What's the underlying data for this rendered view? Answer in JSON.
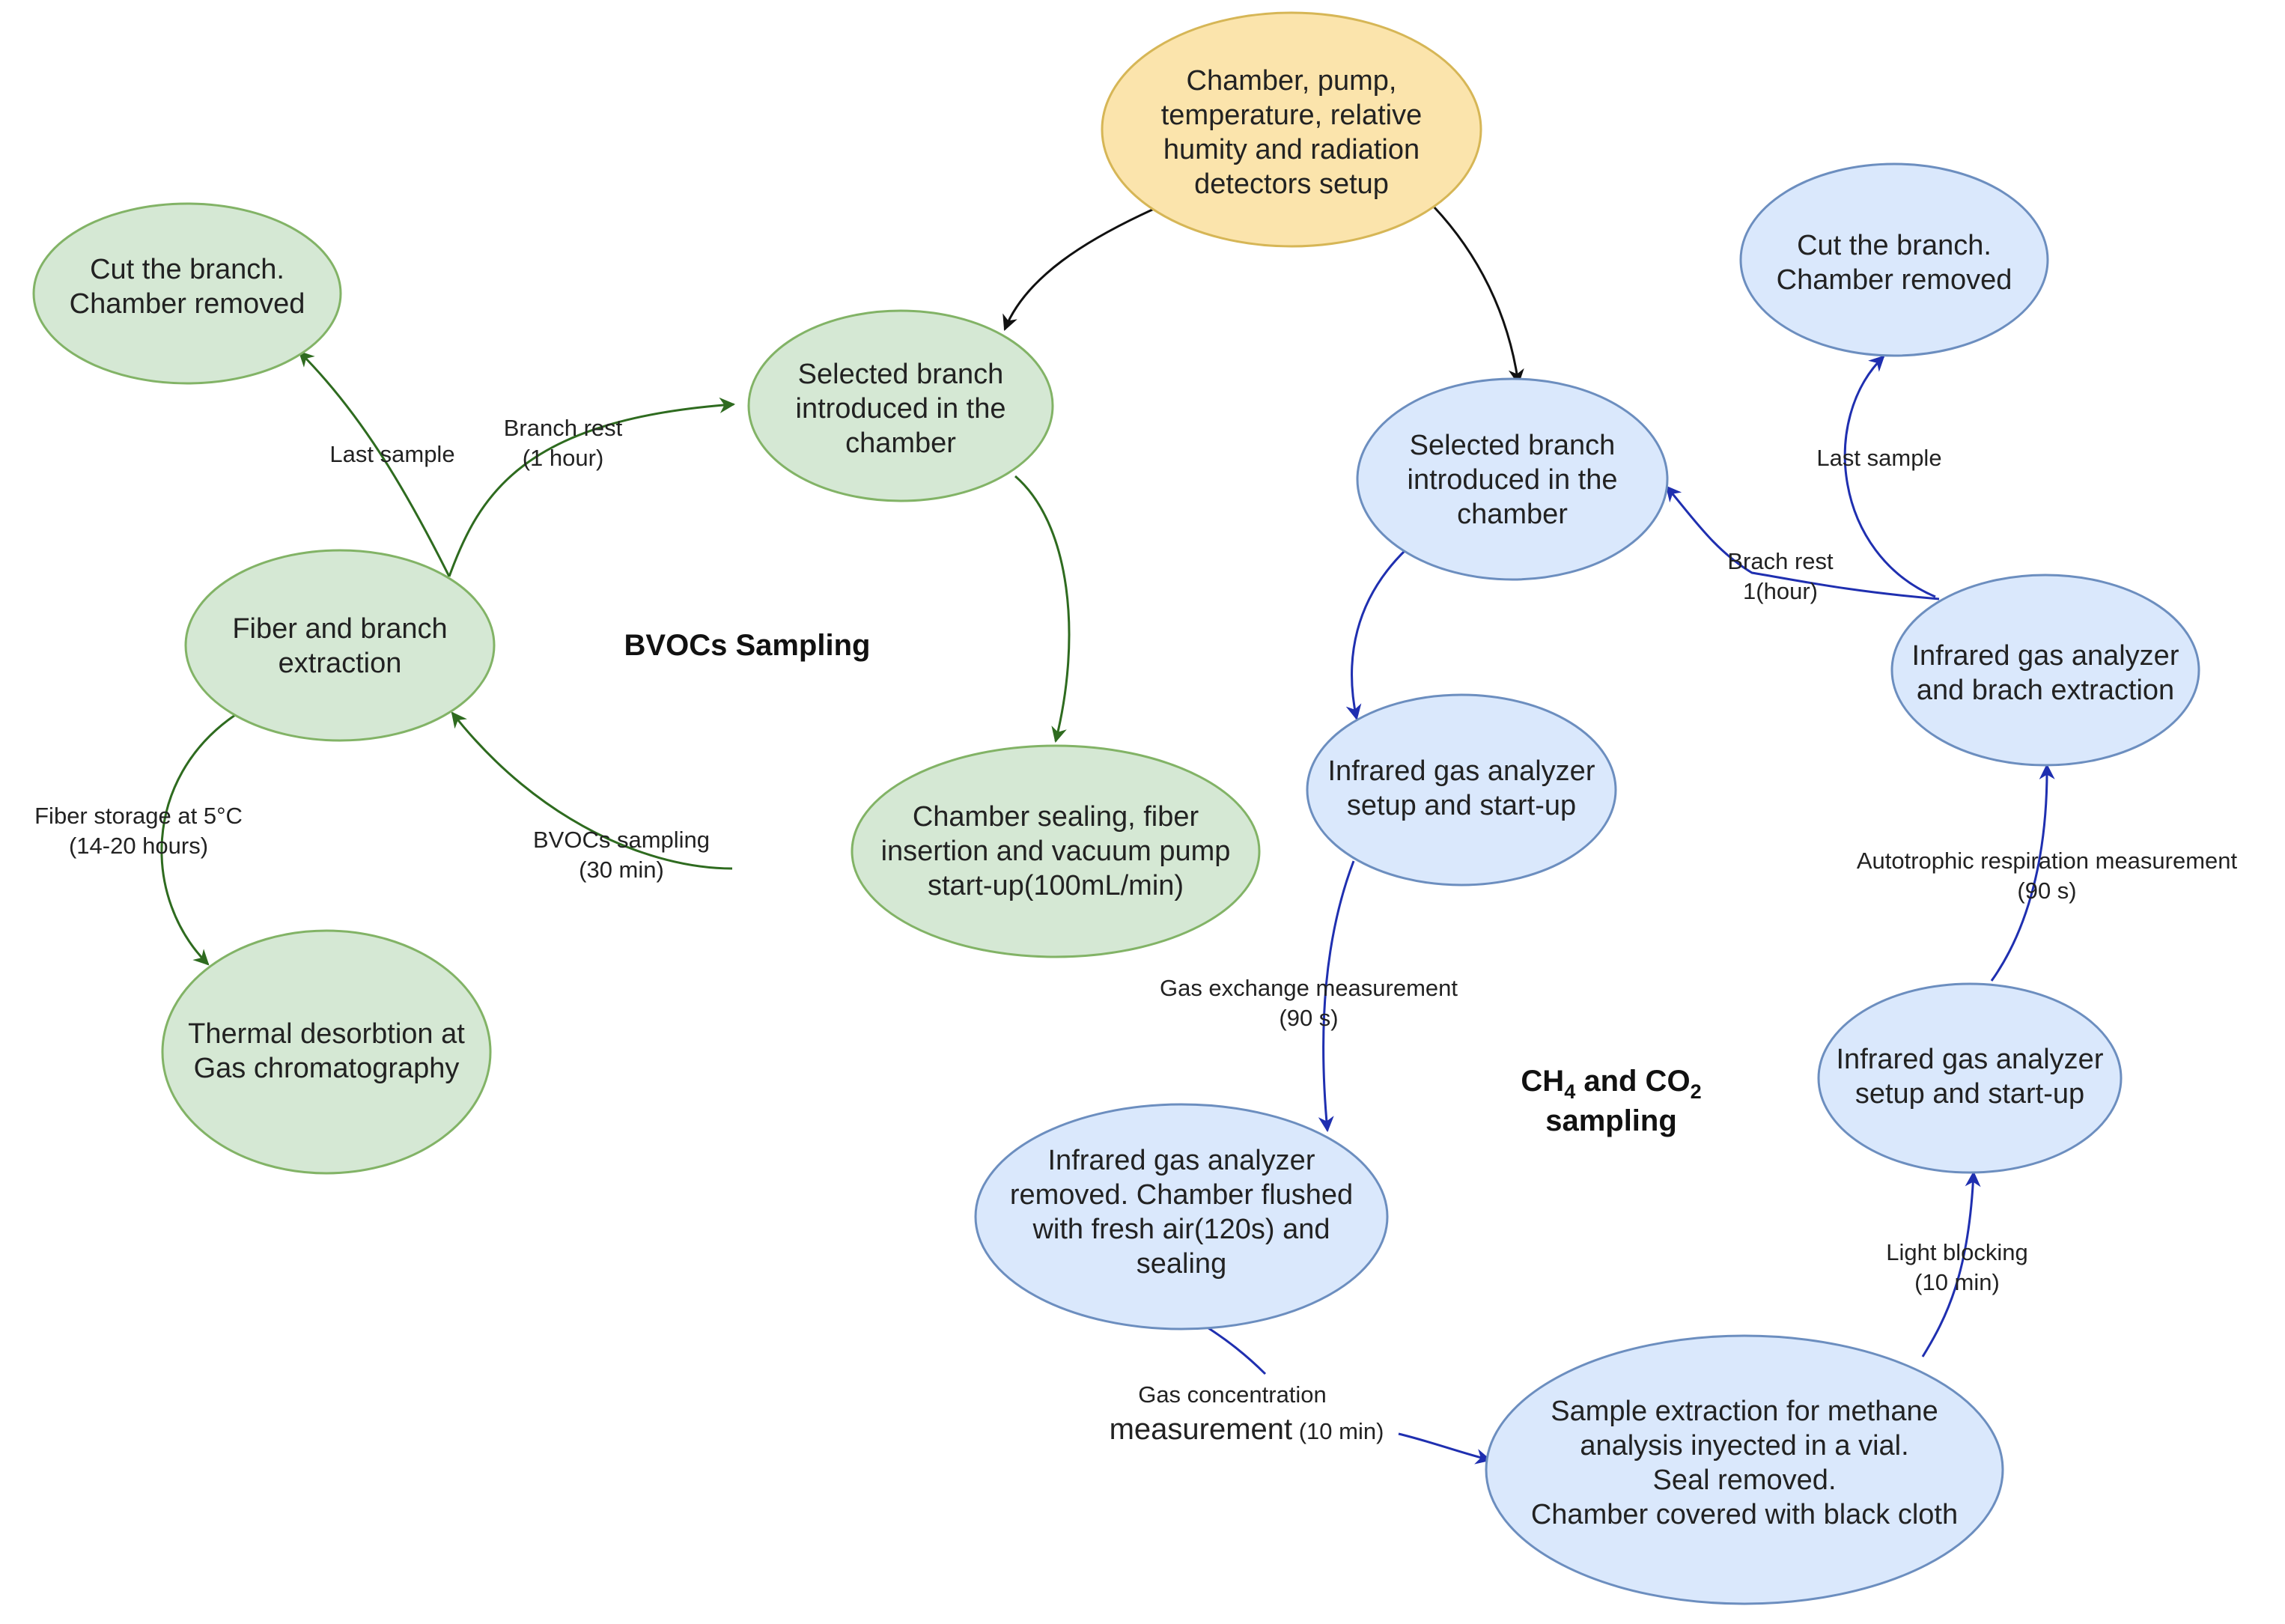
{
  "colors": {
    "yellow_fill": "#fbe4ac",
    "yellow_stroke": "#d6b656",
    "green_fill": "#d5e8d4",
    "green_stroke": "#82b366",
    "blue_fill": "#dae8fc",
    "blue_stroke": "#6c8ebf",
    "green_arrow": "#2e6b1f",
    "blue_arrow": "#1f2fb0",
    "black_arrow": "#111111"
  },
  "titles": {
    "bvocs": "BVOCs Sampling",
    "ch4_a": "CH",
    "ch4_sub": "4",
    "ch4_b": " and CO",
    "co2_sub": "2",
    "ch4_line2": "sampling"
  },
  "nodes": {
    "setup": [
      "Chamber, pump,",
      "temperature, relative",
      "humity and radiation",
      "detectors setup"
    ],
    "g_branch_in": [
      "Selected branch",
      "introduced in the",
      "chamber"
    ],
    "g_cut": [
      "Cut the branch.",
      "Chamber removed"
    ],
    "g_fiber_extract": [
      "Fiber and branch",
      "extraction"
    ],
    "g_sealing": [
      "Chamber sealing, fiber",
      "insertion and vacuum pump",
      "start-up(100mL/min)"
    ],
    "g_thermal": [
      "Thermal desorbtion at",
      "Gas chromatography"
    ],
    "b_branch_in": [
      "Selected branch",
      "introduced in the",
      "chamber"
    ],
    "b_cut": [
      "Cut the branch.",
      "Chamber removed"
    ],
    "b_ira_extract": [
      "Infrared gas analyzer",
      "and brach extraction"
    ],
    "b_ira_setup1": [
      "Infrared gas analyzer",
      "setup and start-up"
    ],
    "b_flush": [
      "Infrared gas analyzer",
      "removed. Chamber flushed",
      "with fresh air(120s)  and",
      "sealing"
    ],
    "b_ira_setup2": [
      "Infrared gas analyzer",
      "setup and start-up"
    ],
    "b_sample_ext": [
      "Sample extraction for methane",
      "analysis inyected in a vial.",
      "Seal removed.",
      "Chamber covered with black cloth"
    ]
  },
  "edge_labels": {
    "branch_rest": [
      "Branch rest",
      "(1 hour)"
    ],
    "last_sample_g": [
      "Last sample"
    ],
    "bvocs_sampling": [
      "BVOCs sampling",
      "(30 min)"
    ],
    "fiber_storage": [
      "Fiber storage at 5°C",
      "(14-20 hours)"
    ],
    "last_sample_b": [
      "Last sample"
    ],
    "brach_rest": [
      "Brach rest",
      "1(hour)"
    ],
    "gas_exchange": [
      "Gas exchange measurement",
      "(90 s)"
    ],
    "auto_resp": [
      "Autotrophic respiration measurement",
      "(90 s)"
    ],
    "light_block": [
      "Light blocking",
      "(10 min)"
    ],
    "gas_conc_1": "Gas concentration",
    "gas_conc_2a": "measurement",
    "gas_conc_2b": " (10 min)"
  }
}
